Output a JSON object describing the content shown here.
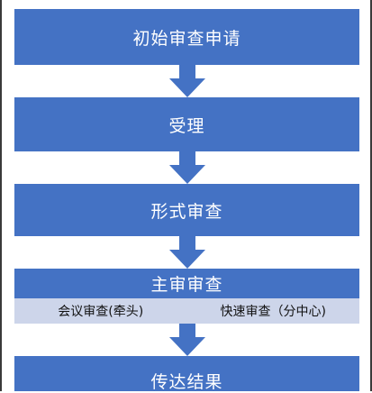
{
  "steps": {
    "initial": "初始审查申请",
    "accept": "受理",
    "formal": "形式审查",
    "main": "主审审查",
    "result": "传达结果"
  },
  "review_types": {
    "meeting": "会议审查(牵头)",
    "fast": "快速审查（分中心)"
  },
  "colors": {
    "box": "#4472c4",
    "subrow": "#cdd5ea"
  }
}
